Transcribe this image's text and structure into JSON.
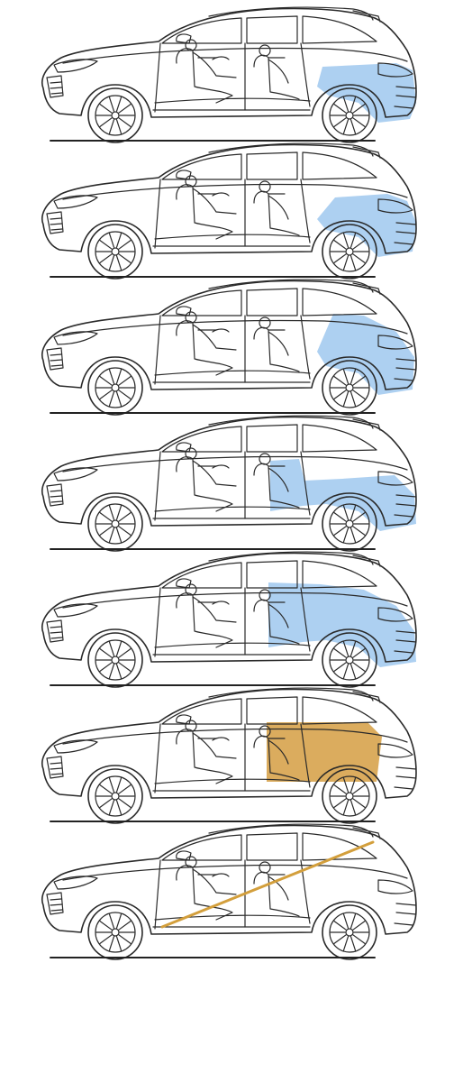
{
  "colors": {
    "line": "#2a2a2a",
    "fill_blue": "#a9cdf0",
    "fill_gold": "#d9a855",
    "loading_line": "#d39f3c",
    "ground": "#222222"
  },
  "panels": [
    {
      "id": "rear-cargo-low",
      "highlight": "blue"
    },
    {
      "id": "rear-cargo-window",
      "highlight": "blue"
    },
    {
      "id": "rear-cargo-full",
      "highlight": "blue"
    },
    {
      "id": "rear-seats-folded",
      "highlight": "blue"
    },
    {
      "id": "rear-seats-full",
      "highlight": "blue"
    },
    {
      "id": "cargo-volume-block",
      "highlight": "gold"
    },
    {
      "id": "long-load-diagonal",
      "highlight": "gold-line"
    }
  ]
}
